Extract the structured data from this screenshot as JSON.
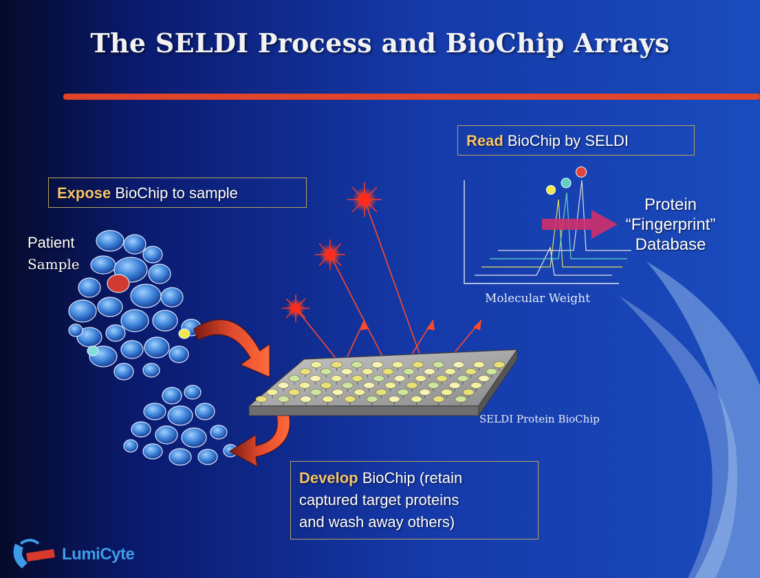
{
  "slide": {
    "title": "The SELDI Process and BioChip Arrays",
    "expose": {
      "keyword": "Expose",
      "rest": " BioChip to sample"
    },
    "read": {
      "keyword": "Read",
      "rest": " BioChip by SELDI"
    },
    "develop": {
      "keyword": "Develop",
      "line1_rest": " BioChip (retain",
      "line2": "captured target proteins",
      "line3": "and wash away others)"
    },
    "patient_label": "Patient",
    "sample_label": "Sample",
    "database_lines": [
      "Protein",
      "“Fingerprint”",
      "Database"
    ],
    "axis_label": "Molecular Weight",
    "chip_label": "SELDI Protein BioChip",
    "logo_text": "LumiCyte"
  },
  "colors": {
    "background_left": "#050a2a",
    "background_right": "#1a4bbd",
    "title_underline": "#e0442a",
    "highlight": "#f4c46a",
    "box_border": "#b7a560",
    "arrow_red": "#d93a2a",
    "laser_red": "#ff2a1a",
    "cell_blue": "#3f86d8",
    "fingerprint_arrow": "#d22f6a",
    "logo_blue": "#3f9be8"
  },
  "icons": [
    "cell-cluster-icon",
    "laser-star-icon",
    "biochip-icon",
    "curved-arrow-icon",
    "spectrum-peaks-icon",
    "lumicyte-logo-icon"
  ]
}
